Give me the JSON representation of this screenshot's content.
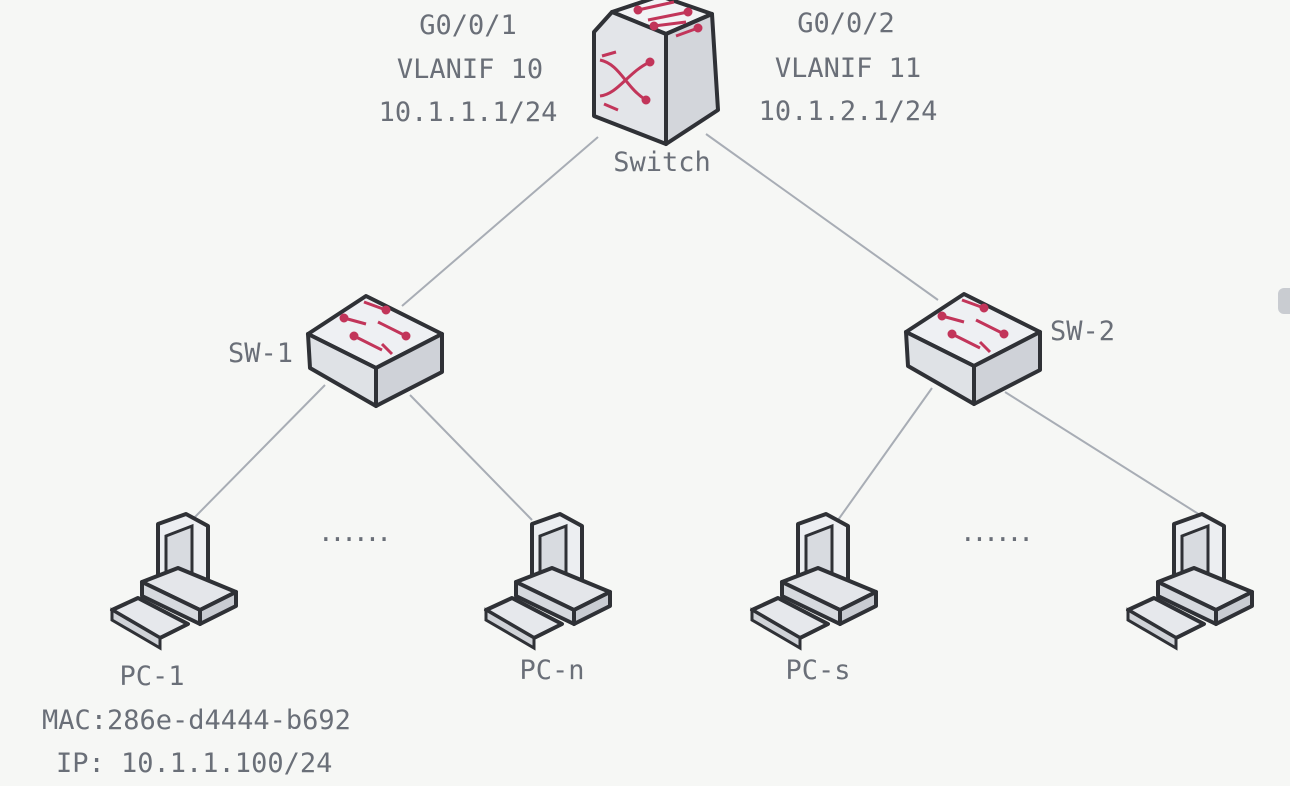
{
  "core_switch": {
    "name": "Switch",
    "left_port": {
      "interface": "G0/0/1",
      "vlanif": "VLANIF 10",
      "ip": "10.1.1.1/24"
    },
    "right_port": {
      "interface": "G0/0/2",
      "vlanif": "VLANIF 11",
      "ip": "10.1.2.1/24"
    }
  },
  "access_switches": [
    {
      "name": "SW-1"
    },
    {
      "name": "SW-2"
    }
  ],
  "pcs": [
    {
      "name": "PC-1",
      "mac": "MAC:286e-d4444-b692",
      "ip": "IP: 10.1.1.100/24"
    },
    {
      "name": "PC-n"
    },
    {
      "name": "PC-s"
    },
    {
      "name": ""
    }
  ],
  "ellipsis": [
    "......",
    "......"
  ],
  "colors": {
    "line": "#a8adb5",
    "switch_body": "#e6e8ec",
    "switch_outline": "#2f3136",
    "arrow": "#c2355a",
    "pc_body": "#e2e4e8"
  }
}
